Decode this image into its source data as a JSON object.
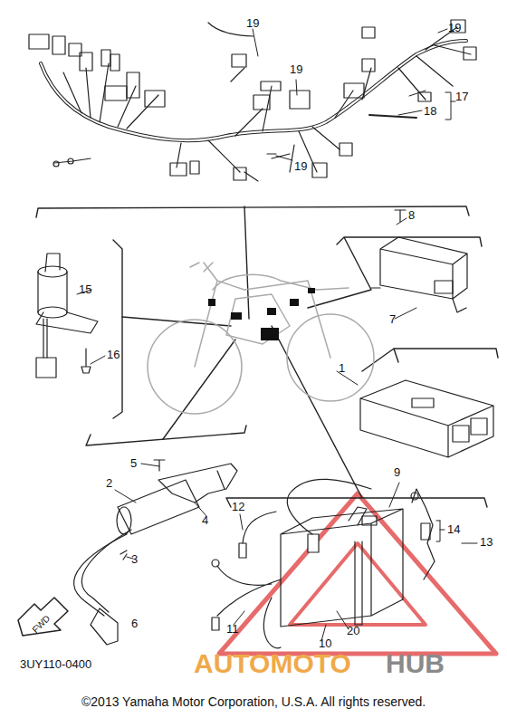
{
  "diagram": {
    "caption": "©2013 Yamaha Motor Corporation, U.S.A. All rights reserved.",
    "labels": [
      "19",
      "19",
      "19",
      "17",
      "18",
      "19",
      "8",
      "15",
      "7",
      "16",
      "1",
      "5",
      "9",
      "2",
      "4",
      "12",
      "14",
      "13",
      "3",
      "6",
      "11",
      "20",
      "10",
      "3UY110-0400",
      "FWD",
      "AUTOMOTO",
      "HUB"
    ]
  }
}
